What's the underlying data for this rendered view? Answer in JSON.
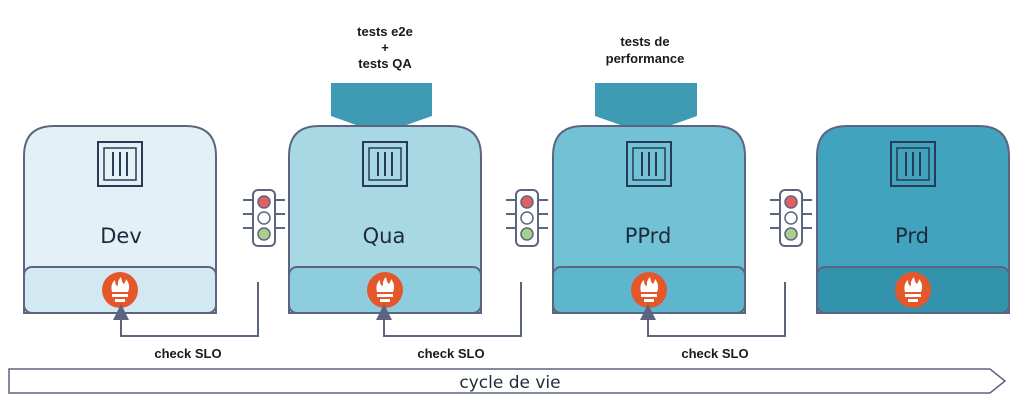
{
  "environments": [
    {
      "name": "Dev",
      "body_color": "#e3f1f7",
      "footer_color": "#d3e9f2",
      "icon": "server-rack-icon",
      "monitor_icon": "prometheus-icon"
    },
    {
      "name": "Qua",
      "body_color": "#a9d8e5",
      "footer_color": "#8ecddd",
      "icon": "server-rack-icon",
      "monitor_icon": "prometheus-icon"
    },
    {
      "name": "PPrd",
      "body_color": "#72c2d6",
      "footer_color": "#5db6cd",
      "icon": "server-rack-icon",
      "monitor_icon": "prometheus-icon"
    },
    {
      "name": "Prd",
      "body_color": "#41a3bd",
      "footer_color": "#3393ad",
      "icon": "server-rack-icon",
      "monitor_icon": "prometheus-icon"
    }
  ],
  "test_banners": [
    {
      "lines": [
        "tests e2e",
        "+",
        "tests QA"
      ],
      "color": "#3f9bb4"
    },
    {
      "lines": [
        "tests de",
        "performance"
      ],
      "color": "#3f9bb4"
    }
  ],
  "gates": [
    {
      "label": "check SLO",
      "icon": "traffic-light-icon"
    },
    {
      "label": "check SLO",
      "icon": "traffic-light-icon"
    },
    {
      "label": "check SLO",
      "icon": "traffic-light-icon"
    }
  ],
  "timeline": {
    "label": "cycle de vie"
  },
  "colors": {
    "outline": "#5c6480",
    "prometheus": "#e4572b",
    "light_red": "#e06060",
    "light_green": "#a8d08d"
  }
}
